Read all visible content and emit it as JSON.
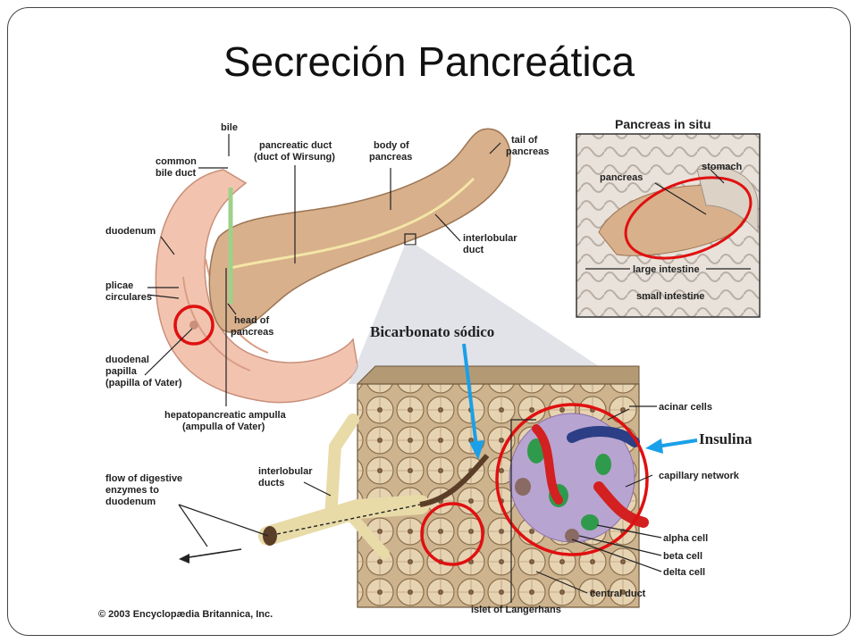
{
  "slide": {
    "title": "Secreción Pancreática"
  },
  "diagram": {
    "labels": {
      "bile": "bile",
      "common_bile_duct_1": "common",
      "common_bile_duct_2": "bile duct",
      "pancreatic_duct_1": "pancreatic duct",
      "pancreatic_duct_2": "(duct of Wirsung)",
      "body_1": "body of",
      "body_2": "pancreas",
      "tail_1": "tail of",
      "tail_2": "pancreas",
      "duodenum": "duodenum",
      "interlobular_duct_1": "interlobular",
      "interlobular_duct_2": "duct",
      "plicae_1": "plicae",
      "plicae_2": "circulares",
      "head_1": "head of",
      "head_2": "pancreas",
      "papilla_1": "duodenal",
      "papilla_2": "papilla",
      "papilla_3": "(papilla of Vater)",
      "ampulla_1": "hepatopancreatic ampulla",
      "ampulla_2": "(ampulla of Vater)",
      "flow_1": "flow of digestive",
      "flow_2": "enzymes to",
      "flow_3": "duodenum",
      "interlobular_ducts_1": "interlobular",
      "interlobular_ducts_2": "ducts",
      "acinar": "acinar cells",
      "capillary": "capillary network",
      "alpha": "alpha cell",
      "beta": "beta cell",
      "delta": "delta cell",
      "central_duct": "central duct",
      "islet": "islet of Langerhans",
      "copyright": "© 2003 Encyclopædia Britannica, Inc."
    },
    "inset": {
      "title": "Pancreas in situ",
      "stomach": "stomach",
      "pancreas": "pancreas",
      "large_intestine": "large intestine",
      "small_intestine": "small intestine"
    },
    "annotations": {
      "bicarbonato": "Bicarbonato sódico",
      "insulina": "Insulina"
    },
    "colors": {
      "highlight_circle": "#e01010",
      "annotation_arrow": "#1aa0e8",
      "pancreas_tissue": "#d8b08c",
      "duodenum_tissue": "#f2c4b0",
      "islet": "#b8a4d0"
    }
  }
}
